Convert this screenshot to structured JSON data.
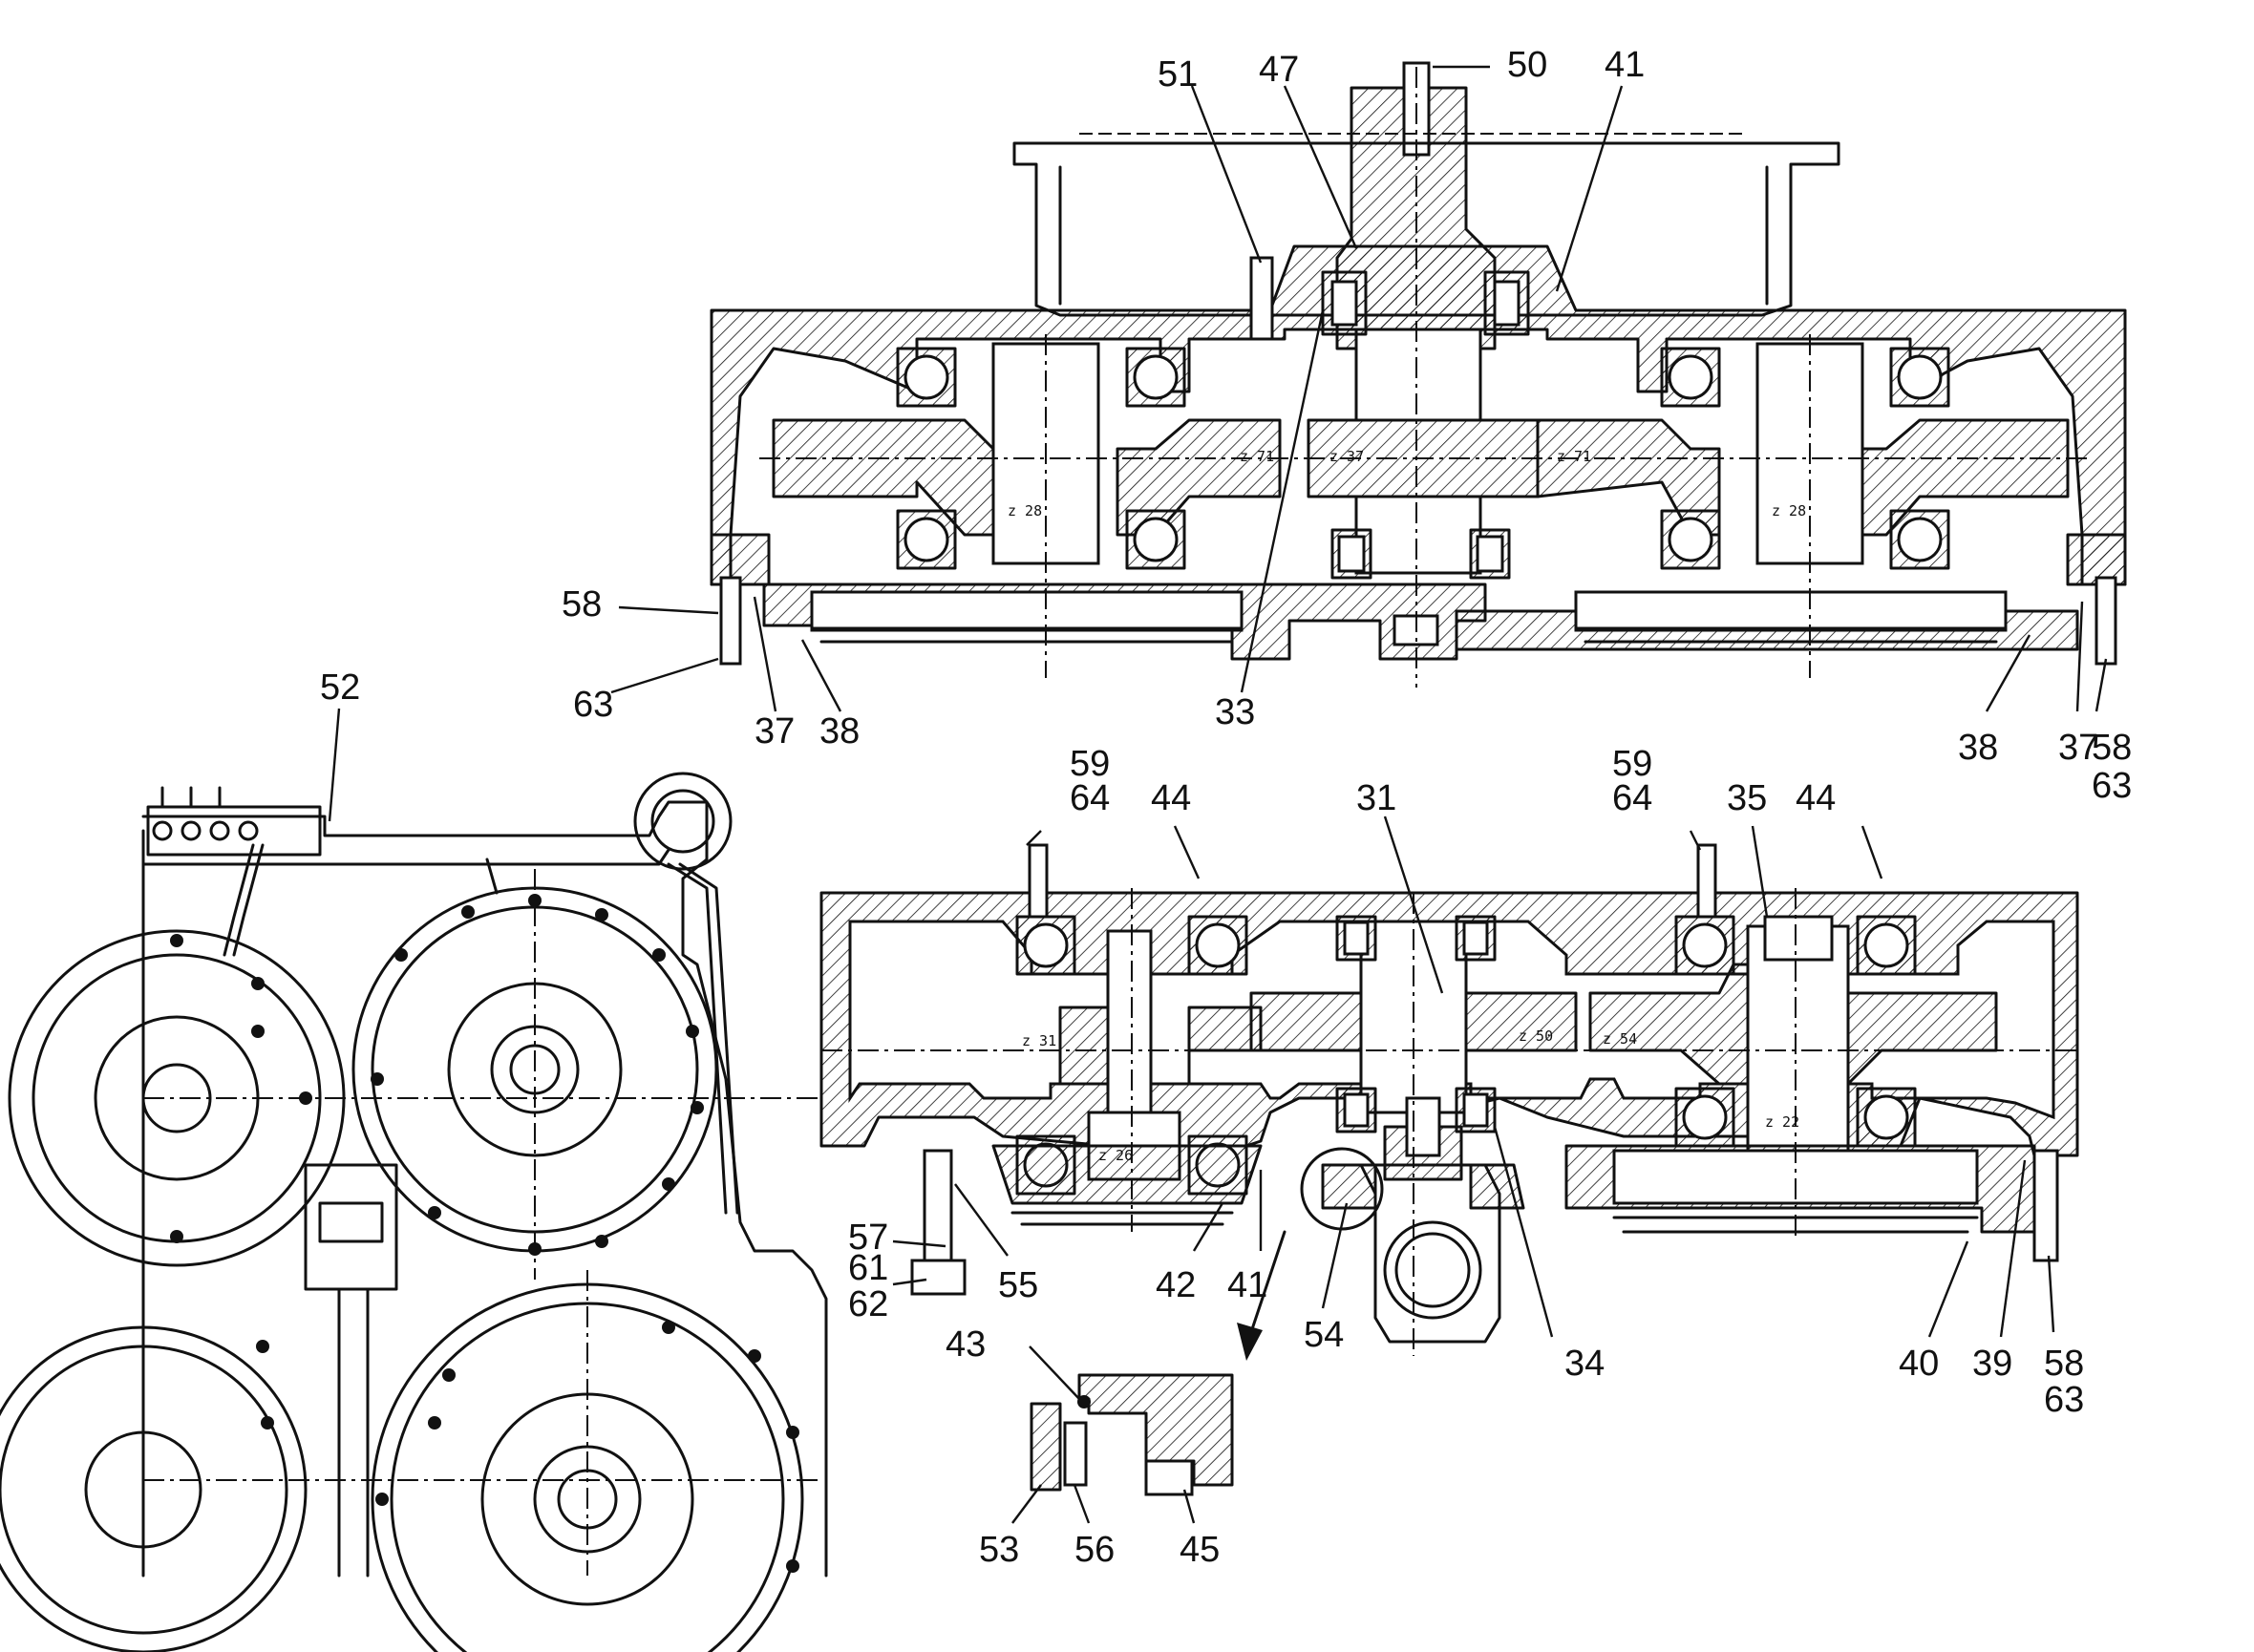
{
  "callouts": {
    "c50": "50",
    "c51": "51",
    "c47": "47",
    "c41a": "41",
    "c58a": "58",
    "c63a": "63",
    "c37a": "37",
    "c38a": "38",
    "c33": "33",
    "c38b": "38",
    "c37b": "37",
    "c58b": "58",
    "c63b": "63",
    "c52": "52",
    "c59a": "59",
    "c64a": "64",
    "c44a": "44",
    "c31": "31",
    "c59b": "59",
    "c64b": "64",
    "c35": "35",
    "c44b": "44",
    "c57": "57",
    "c61": "61",
    "c62": "62",
    "c55": "55",
    "c42": "42",
    "c41b": "41",
    "c54": "54",
    "c34": "34",
    "c40": "40",
    "c39": "39",
    "c58c": "58",
    "c63c": "63",
    "c43": "43",
    "c53": "53",
    "c56": "56",
    "c45": "45"
  },
  "gear_marks": {
    "z71a": "z 71",
    "z37": "z 37",
    "z71b": "z 71",
    "z28a": "z 28",
    "z28b": "z 28",
    "z31": "z 31",
    "z50": "z 50",
    "z54": "z 54",
    "z26": "z 26",
    "z22": "z 22"
  },
  "colors": {
    "ink": "#111111",
    "paper": "#ffffff"
  }
}
